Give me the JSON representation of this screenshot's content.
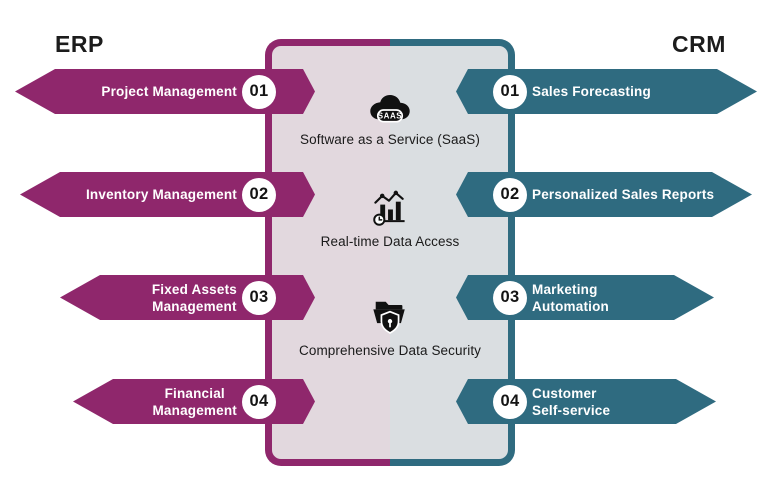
{
  "header": {
    "left_title": "ERP",
    "right_title": "CRM"
  },
  "colors": {
    "erp_accent": "#8F276C",
    "crm_accent": "#2F6B80",
    "erp_panel_fill": "#E2D8DE",
    "crm_panel_fill": "#DADEE1",
    "ink": "#1A1A1A",
    "badge_bg": "#FFFFFF"
  },
  "erp_items": [
    {
      "num": "01",
      "lines": [
        "Project Management"
      ]
    },
    {
      "num": "02",
      "lines": [
        "Inventory Management"
      ]
    },
    {
      "num": "03",
      "lines": [
        "Fixed Assets",
        "Management"
      ]
    },
    {
      "num": "04",
      "lines": [
        "Financial",
        "Management"
      ]
    }
  ],
  "crm_items": [
    {
      "num": "01",
      "lines": [
        "Sales Forecasting"
      ]
    },
    {
      "num": "02",
      "lines": [
        "Personalized Sales Reports"
      ]
    },
    {
      "num": "03",
      "lines": [
        "Marketing",
        "Automation"
      ]
    },
    {
      "num": "04",
      "lines": [
        "Customer",
        "Self-service"
      ]
    }
  ],
  "center_features": [
    {
      "icon": "saas-cloud-icon",
      "icon_text": "SAAS",
      "label": "Software as a Service (SaaS)"
    },
    {
      "icon": "realtime-data-icon",
      "label": "Real-time Data Access"
    },
    {
      "icon": "data-security-icon",
      "label": "Comprehensive Data Security"
    }
  ]
}
